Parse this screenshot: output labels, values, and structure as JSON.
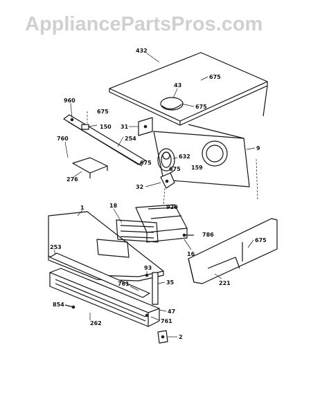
{
  "watermark": "AppliancePartsPros.com",
  "callouts": {
    "432": "432",
    "675": "675",
    "43": "43",
    "960": "960",
    "150": "150",
    "31": "31",
    "760": "760",
    "254": "254",
    "632": "632",
    "159": "159",
    "9": "9",
    "276": "276",
    "32": "32",
    "920": "920",
    "1": "1",
    "18": "18",
    "786": "786",
    "16": "16",
    "253": "253",
    "93": "93",
    "761": "761",
    "35": "35",
    "221": "221",
    "854": "854",
    "47": "47",
    "262": "262",
    "2": "2"
  }
}
